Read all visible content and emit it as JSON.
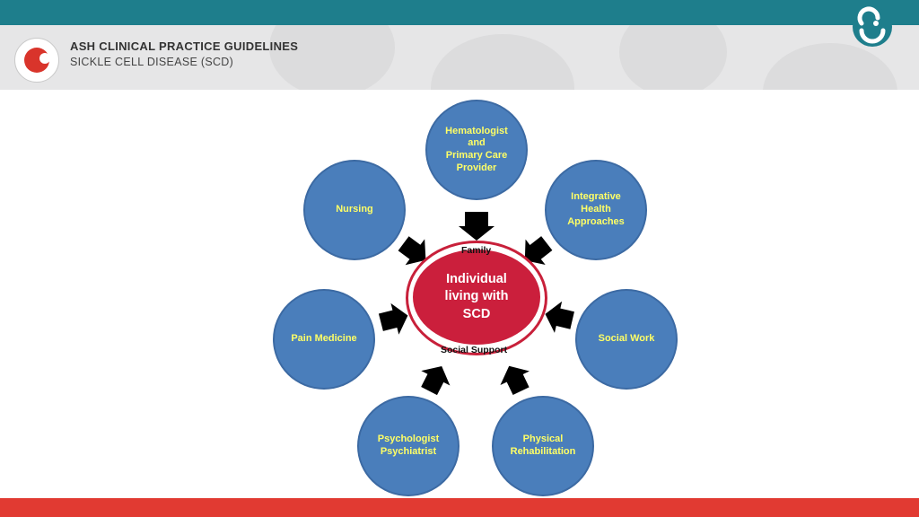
{
  "header": {
    "title": "ASH CLINICAL PRACTICE GUIDELINES",
    "subtitle": "SICKLE CELL DISEASE (SCD)",
    "logo_icon": "ash-logo-icon",
    "brand_icon": "brand-logo-icon"
  },
  "colors": {
    "teal_bar": "#1e7e8c",
    "red_bar": "#e13a32",
    "node_fill": "#4a7ebb",
    "node_text": "#ffff66",
    "center_fill": "#cb1f3c",
    "arrow": "#000000"
  },
  "center": {
    "label": "Individual\nliving with\nSCD",
    "top_label": "Family",
    "bottom_label": "Social Support"
  },
  "nodes": [
    {
      "id": "hematologist",
      "label": "Hematologist\nand\nPrimary Care\nProvider"
    },
    {
      "id": "integrative",
      "label": "Integrative\nHealth\nApproaches"
    },
    {
      "id": "social-work",
      "label": "Social Work"
    },
    {
      "id": "physical",
      "label": "Physical\nRehabilitation"
    },
    {
      "id": "psychologist",
      "label": "Psychologist\nPsychiatrist"
    },
    {
      "id": "pain",
      "label": "Pain Medicine"
    },
    {
      "id": "nursing",
      "label": "Nursing"
    }
  ]
}
